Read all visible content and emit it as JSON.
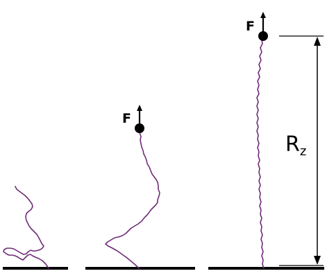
{
  "colors": {
    "chain": "#6f2a78",
    "ink": "#000000",
    "background": "#ffffff"
  },
  "panels": [
    {
      "name": "relaxed",
      "force_label": ""
    },
    {
      "name": "partially-stretched",
      "force_label": "F"
    },
    {
      "name": "fully-stretched",
      "force_label": "F"
    }
  ],
  "dimension": {
    "symbol": "R",
    "subscript": "z"
  }
}
